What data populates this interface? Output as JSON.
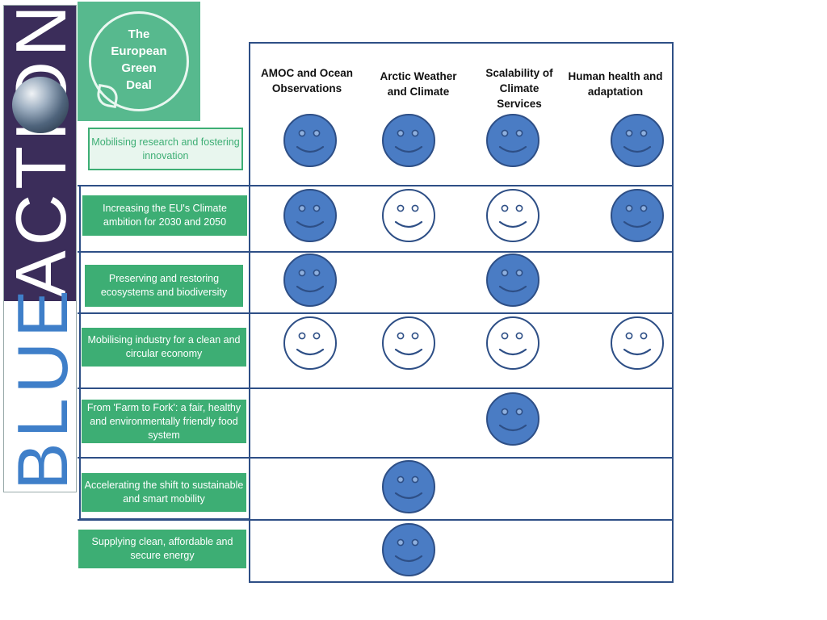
{
  "banner": {
    "word_action": "ACTION",
    "word_blue": "BLUE"
  },
  "green_deal_logo": {
    "lines": [
      "The",
      "European",
      "Green",
      "Deal"
    ]
  },
  "columns": [
    "AMOC and Ocean Observations",
    "Arctic Weather and Climate",
    "Scalability of Climate Services",
    "Human health and adaptation"
  ],
  "rows": [
    {
      "label": "Mobilising research and fostering innovation",
      "smileys": [
        "filled",
        "filled",
        "filled",
        "filled"
      ]
    },
    {
      "label": "Increasing the EU's Climate ambition for 2030 and 2050",
      "smileys": [
        "filled",
        "outline",
        "outline",
        "filled"
      ]
    },
    {
      "label": "Preserving and restoring ecosystems and biodiversity",
      "smileys": [
        "filled",
        "none",
        "filled",
        "none"
      ]
    },
    {
      "label": "Mobilising industry for a clean and circular economy",
      "smileys": [
        "outline",
        "outline",
        "outline",
        "outline"
      ]
    },
    {
      "label": "From 'Farm to Fork': a fair, healthy and environmentally friendly food system",
      "smileys": [
        "none",
        "none",
        "filled",
        "none"
      ]
    },
    {
      "label": "Accelerating the shift to sustainable and smart mobility",
      "smileys": [
        "none",
        "filled",
        "none",
        "none"
      ]
    },
    {
      "label": "Supplying clean, affordable and secure energy",
      "smileys": [
        "none",
        "filled",
        "none",
        "none"
      ]
    }
  ],
  "colors": {
    "smiley_fill": "#4a7cc4",
    "smiley_stroke": "#2e4f86",
    "label_green": "#3dae74",
    "border_blue": "#2e4f86"
  }
}
